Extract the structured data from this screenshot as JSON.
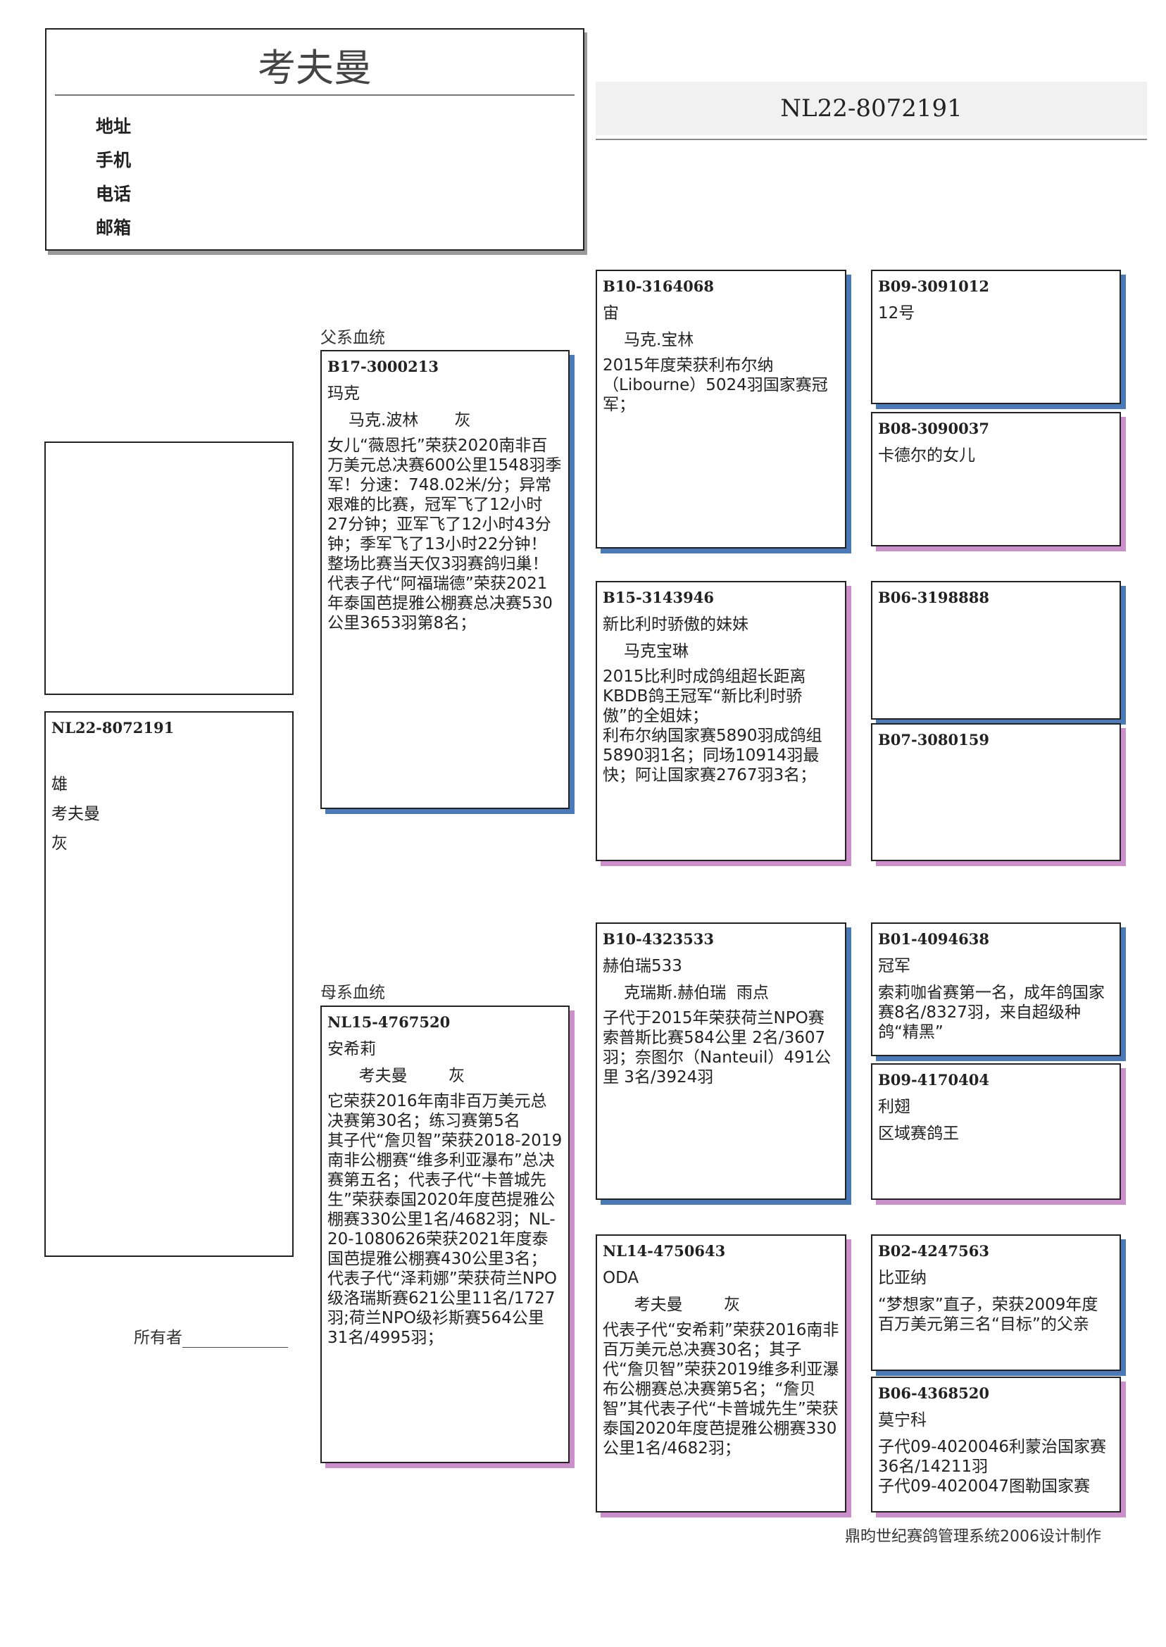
{
  "header": {
    "owner_name": "考夫曼",
    "contact_labels": [
      "地址",
      "手机",
      "电话",
      "邮箱"
    ]
  },
  "ring_number": "NL22-8072191",
  "subject": {
    "id": "NL22-8072191",
    "sex": "雄",
    "name": "考夫曼",
    "color": "灰"
  },
  "owner_label": "所有者",
  "sections": {
    "sire_label": "父系血统",
    "dam_label": "母系血统"
  },
  "pedigree": {
    "sire": {
      "id": "B17-3000213",
      "name": "玛克",
      "sub": "马克.波林       灰",
      "notes": "女儿“薇恩托”荣获2020南非百万美元总决赛600公里1548羽季军！分速：748.02米/分；异常艰难的比赛，冠军飞了12小时27分钟；亚军飞了12小时43分钟；季军飞了13小时22分钟！\n整场比赛当天仅3羽赛鸽归巢！\n代表子代“阿福瑞德”荣获2021年泰国芭提雅公棚赛总决赛530公里3653羽第8名；",
      "sex": "m"
    },
    "dam": {
      "id": "NL15-4767520",
      "name": "安希莉",
      "sub": "  考夫曼        灰",
      "notes": "它荣获2016年南非百万美元总决赛第30名；练习赛第5名\n其子代“詹贝智”荣获2018-2019南非公棚赛“维多利亚瀑布”总决赛第五名；代表子代“卡普城先生”荣获泰国2020年度芭提雅公棚赛330公里1名/4682羽；NL-20-1080626荣获2021年度泰国芭提雅公棚赛430公里3名；\n代表子代“泽莉娜”荣获荷兰NPO级洛瑞斯赛621公里11名/1727羽;荷兰NPO级衫斯赛564公里31名/4995羽；",
      "sex": "f"
    },
    "ss": {
      "id": "B10-3164068",
      "name": "宙",
      "sub": "马克.宝林",
      "notes": "2015年度荣获利布尔纳（Libourne）5024羽国家赛冠军；",
      "sex": "m"
    },
    "sd": {
      "id": "B15-3143946",
      "name": "新比利时骄傲的妹妹",
      "sub": "马克宝琳",
      "notes": "2015比利时成鸽组超长距离KBDB鸽王冠军“新比利时骄傲”的全姐妹；\n利布尔纳国家赛5890羽成鸽组5890羽1名；同场10914羽最快；阿让国家赛2767羽3名；",
      "sex": "f"
    },
    "ds": {
      "id": "B10-4323533",
      "name": "赫伯瑞533",
      "sub": "克瑞斯.赫伯瑞  雨点",
      "notes": "子代于2015年荣获荷兰NPO赛索普斯比赛584公里  2名/3607羽；奈图尔（Nanteuil）491公里   3名/3924羽",
      "sex": "m"
    },
    "dd": {
      "id": "NL14-4750643",
      "name": "ODA",
      "sub": "  考夫曼        灰",
      "notes": "代表子代“安希莉”荣获2016南非百万美元总决赛30名；其子代“詹贝智”荣获2019维多利亚瀑布公棚赛总决赛第5名；“詹贝智”其代表子代“卡普城先生”荣获泰国2020年度芭提雅公棚赛330公里1名/4682羽；",
      "sex": "f"
    },
    "sss": {
      "id": "B09-3091012",
      "name": "12号",
      "sex": "m"
    },
    "ssd": {
      "id": "B08-3090037",
      "name": "卡德尔的女儿",
      "sex": "f"
    },
    "sds": {
      "id": "B06-3198888",
      "sex": "m"
    },
    "sdd": {
      "id": "B07-3080159",
      "sex": "f"
    },
    "dss": {
      "id": "B01-4094638",
      "name": "冠军",
      "notes": "索莉咖省赛第一名，成年鸽国家赛8名/8327羽，来自超级种鸽“精黑”",
      "sex": "m"
    },
    "dsd": {
      "id": "B09-4170404",
      "name": "利翅",
      "notes": "区域赛鸽王",
      "sex": "f"
    },
    "dds": {
      "id": "B02-4247563",
      "name": "比亚纳",
      "notes": "“梦想家”直子，荣获2009年度百万美元第三名“目标”的父亲",
      "sex": "m"
    },
    "ddd": {
      "id": "B06-4368520",
      "name": "莫宁科",
      "notes": "子代09-4020046利蒙治国家赛36名/14211羽\n子代09-4020047图勒国家赛",
      "sex": "f"
    }
  },
  "footer": "鼎昀世纪赛鸽管理系统2006设计制作",
  "colors": {
    "male_shadow": "#4a7ab8",
    "female_shadow": "#cc8fcc"
  }
}
